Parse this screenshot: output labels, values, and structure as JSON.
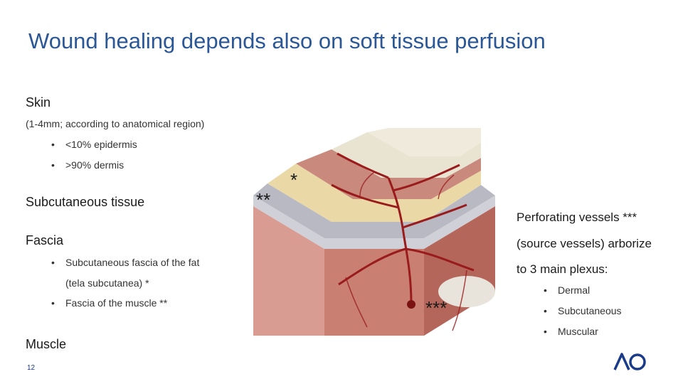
{
  "slide": {
    "title": "Wound healing depends also on soft tissue perfusion",
    "page_number": "12"
  },
  "left": {
    "skin_heading": "Skin",
    "skin_note": "(1-4mm; according to anatomical region)",
    "skin_bullets": [
      "<10% epidermis",
      ">90% dermis"
    ],
    "subcutaneous_heading": "Subcutaneous tissue",
    "fascia_heading": "Fascia",
    "fascia_bullets": [
      "Subcutaneous fascia of the fat",
      "(tela subcutanea) *",
      "Fascia of the muscle **"
    ],
    "muscle_heading": "Muscle"
  },
  "illustration": {
    "marker_single": "*",
    "marker_double": "**",
    "marker_triple": "***",
    "colors": {
      "skin": "#e9e3d2",
      "dermis": "#c98a7d",
      "fat": "#e8d9a8",
      "fascia": "#cfcfd6",
      "muscle": "#d79a90",
      "vessel": "#9a1b1b"
    }
  },
  "right": {
    "line1": "Perforating vessels ***",
    "line2": "(source vessels) arborize",
    "line3": "to 3 main plexus:",
    "bullets": [
      "Dermal",
      "Subcutaneous",
      "Muscular"
    ]
  },
  "brand": {
    "logo_text": "AO",
    "color": "#1a3a8a"
  }
}
